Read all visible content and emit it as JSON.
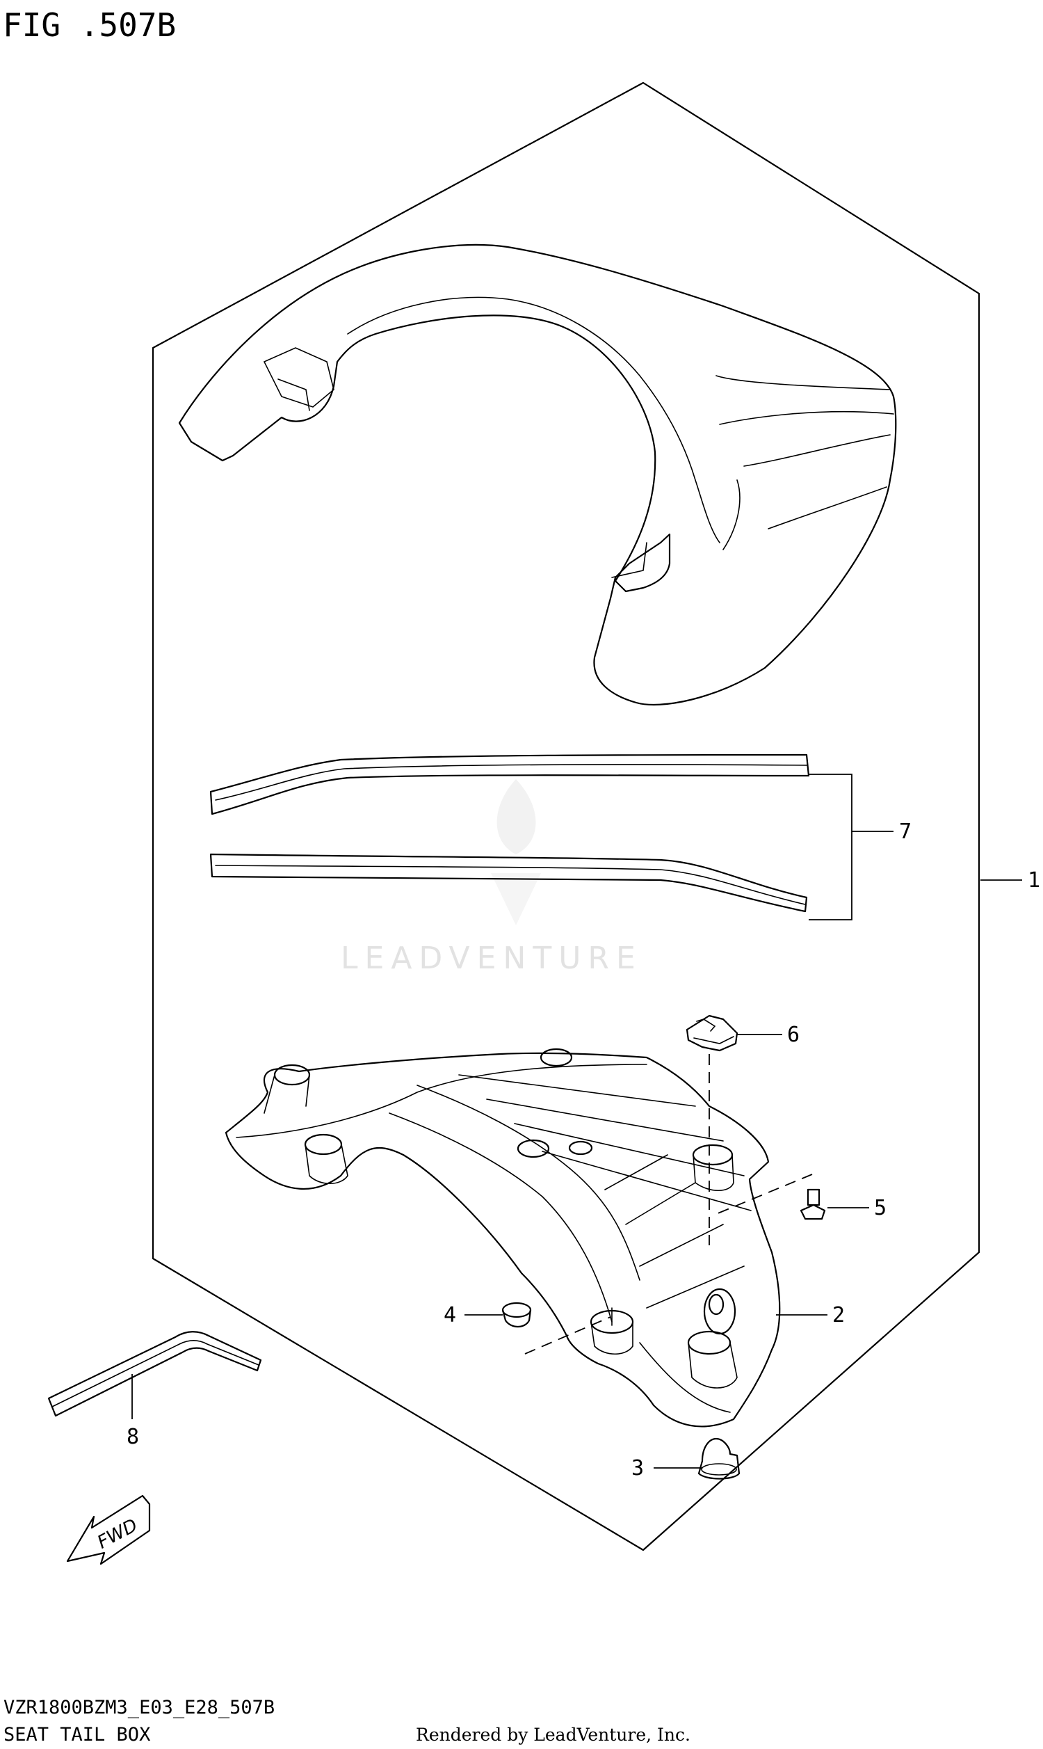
{
  "figure": {
    "title": "FIG .507B"
  },
  "callouts": {
    "c1": "1",
    "c2": "2",
    "c3": "3",
    "c4": "4",
    "c5": "5",
    "c6": "6",
    "c7": "7",
    "c8": "8"
  },
  "watermark": {
    "text": "LEADVENTURE"
  },
  "direction_arrow": {
    "label": "FWD"
  },
  "footer": {
    "model_code": "VZR1800BZM3_E03_E28_507B",
    "section_name": "SEAT TAIL BOX",
    "rendered_by": "Rendered by LeadVenture, Inc."
  }
}
